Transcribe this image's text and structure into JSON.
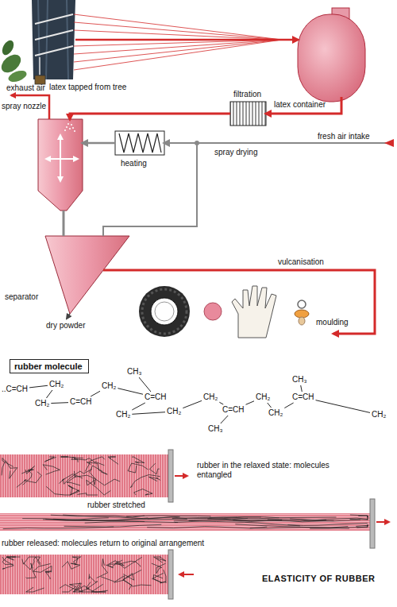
{
  "diagram": {
    "caption": "ELASTICITY OF RUBBER",
    "nodes": [
      {
        "text": [
          "latex tapped from tree"
        ]
      },
      {
        "text": [
          "latex container"
        ]
      },
      {
        "text": [
          "filtration"
        ]
      },
      {
        "text": [
          "spray nozzle"
        ]
      },
      {
        "text": [
          "heating"
        ]
      },
      {
        "text": [
          "separator"
        ]
      },
      {
        "text": [
          "moulding"
        ]
      },
      {
        "text": [
          "rubber molecule"
        ]
      }
    ],
    "edges": [
      {
        "from": 0,
        "to": 1,
        "arrow": "to"
      },
      {
        "from": 1,
        "to": 2,
        "arrow": "to"
      },
      {
        "from": 2,
        "to": 3,
        "arrow": "to"
      },
      {
        "from": 4,
        "to": 3,
        "arrow": "to"
      },
      {
        "from": 3,
        "to": 5,
        "arrow": "none"
      },
      {
        "from": 5,
        "to": 4,
        "arrow": "to"
      },
      {
        "from": 5,
        "to": 6,
        "arrow": "to"
      }
    ],
    "labels": [
      "exhaust air",
      "fresh air intake",
      "spray drying",
      "vulcanisation",
      "dry powder",
      "..C=CH",
      "CH₂",
      "CH₂",
      "C=CH",
      "CH₂",
      "CH₃",
      "C=CH",
      "CH₂",
      "CH₂",
      "CH₂",
      "C=CH",
      "CH₃",
      "CH₂",
      "CH₂",
      "CH₃",
      "C=CH",
      "CH₂",
      "rubber in the relaxed state: molecules entangled",
      "rubber stretched",
      "rubber released: molecules return to original arrangement"
    ]
  }
}
